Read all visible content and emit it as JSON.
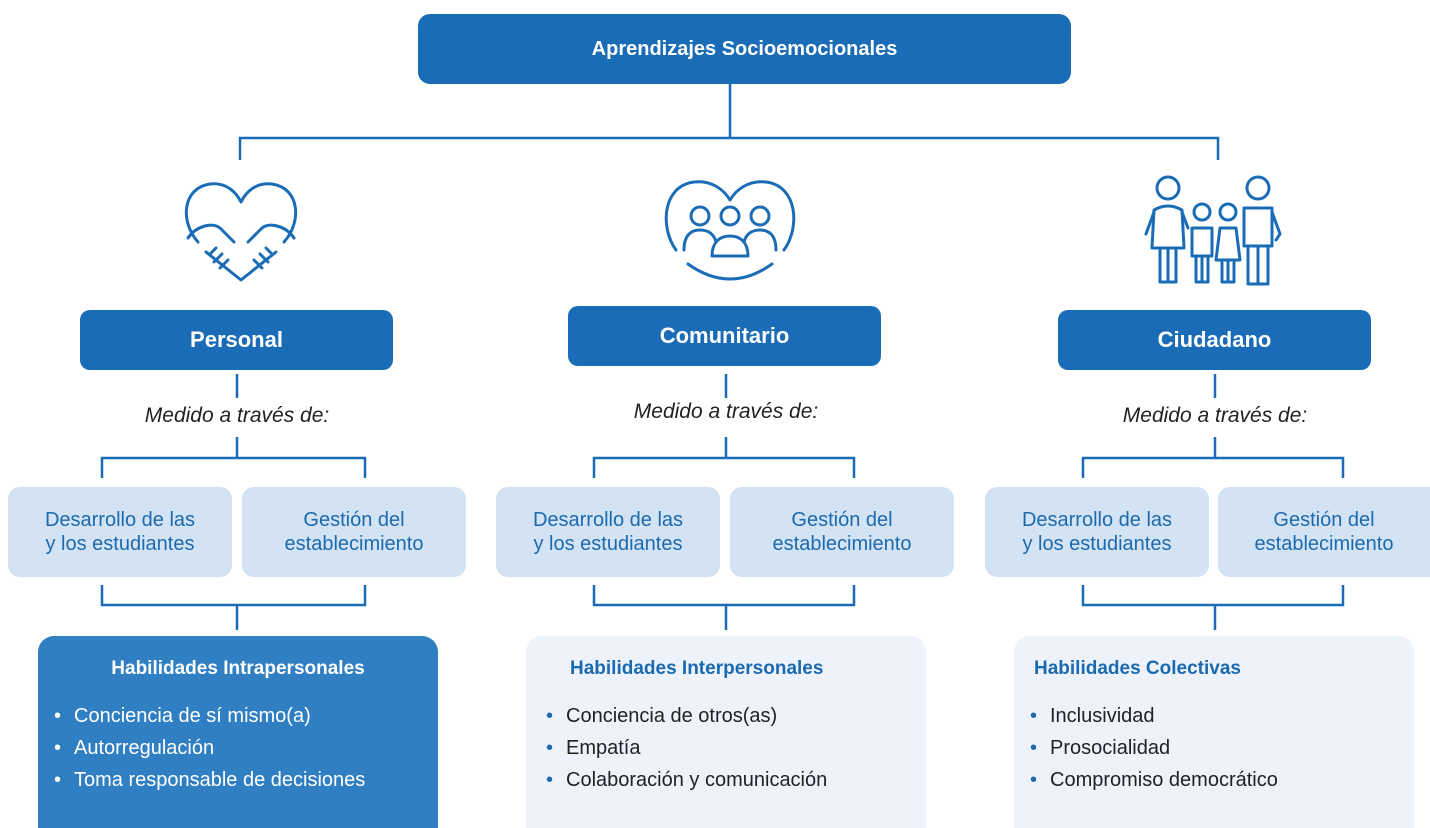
{
  "root": {
    "title": "Aprendizajes Socioemocionales"
  },
  "colors": {
    "primary": "#1a6cb6",
    "sub_bg": "#d3e3f4",
    "skill_dark": "#2f7fc2",
    "skill_light": "#eef2fb"
  },
  "columns": [
    {
      "icon": "heart-hands-icon",
      "label": "Personal",
      "measured": "Medido a través de:",
      "sub_left": [
        "Desarrollo de las",
        "y los estudiantes"
      ],
      "sub_right": [
        "Gestión del",
        "establecimiento"
      ],
      "skills": {
        "title": "Habilidades Intrapersonales",
        "items": [
          "Conciencia de sí mismo(a)",
          "Autorregulación",
          "Toma responsable de decisiones"
        ]
      }
    },
    {
      "icon": "community-heart-icon",
      "label": "Comunitario",
      "measured": "Medido a través de:",
      "sub_left": [
        "Desarrollo de las",
        "y los estudiantes"
      ],
      "sub_right": [
        "Gestión del",
        "establecimiento"
      ],
      "skills": {
        "title": "Habilidades Interpersonales",
        "items": [
          "Conciencia de otros(as)",
          "Empatía",
          "Colaboración y comunicación"
        ]
      }
    },
    {
      "icon": "family-icon",
      "label": "Ciudadano",
      "measured": "Medido a través de:",
      "sub_left": [
        "Desarrollo de las",
        "y los estudiantes"
      ],
      "sub_right": [
        "Gestión del",
        "establecimiento"
      ],
      "skills": {
        "title": "Habilidades Colectivas",
        "items": [
          "Inclusividad",
          "Prosocialidad",
          "Compromiso democrático"
        ]
      }
    }
  ]
}
